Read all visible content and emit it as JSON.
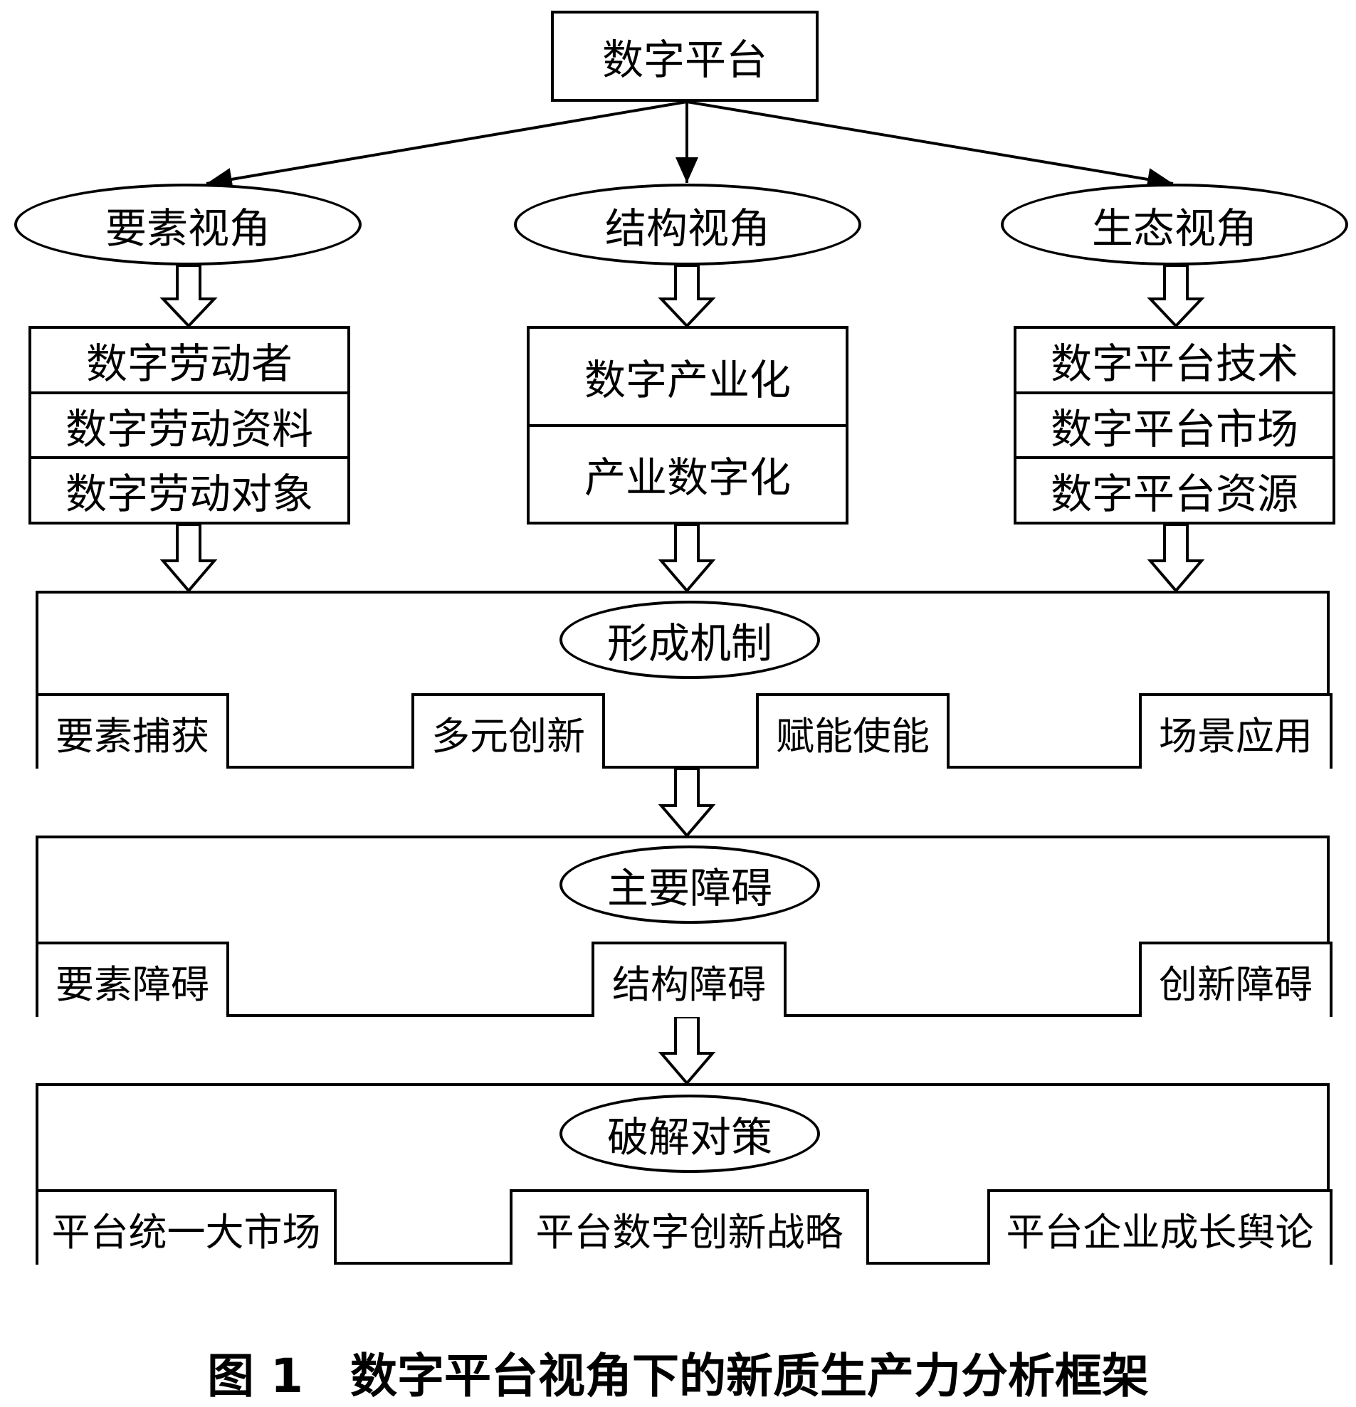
{
  "top": {
    "label": "数字平台"
  },
  "views": [
    {
      "label": "要素视角"
    },
    {
      "label": "结构视角"
    },
    {
      "label": "生态视角"
    }
  ],
  "view_details": [
    {
      "items": [
        "数字劳动者",
        "数字劳动资料",
        "数字劳动对象"
      ]
    },
    {
      "items": [
        "数字产业化",
        "产业数字化"
      ]
    },
    {
      "items": [
        "数字平台技术",
        "数字平台市场",
        "数字平台资源"
      ]
    }
  ],
  "mechanism": {
    "title": "形成机制",
    "items": [
      "要素捕获",
      "多元创新",
      "赋能使能",
      "场景应用"
    ]
  },
  "obstacles": {
    "title": "主要障碍",
    "items": [
      "要素障碍",
      "结构障碍",
      "创新障碍"
    ]
  },
  "countermeasures": {
    "title": "破解对策",
    "items": [
      "平台统一大市场",
      "平台数字创新战略",
      "平台企业成长舆论"
    ]
  },
  "caption": "图 1　数字平台视角下的新质生产力分析框架"
}
